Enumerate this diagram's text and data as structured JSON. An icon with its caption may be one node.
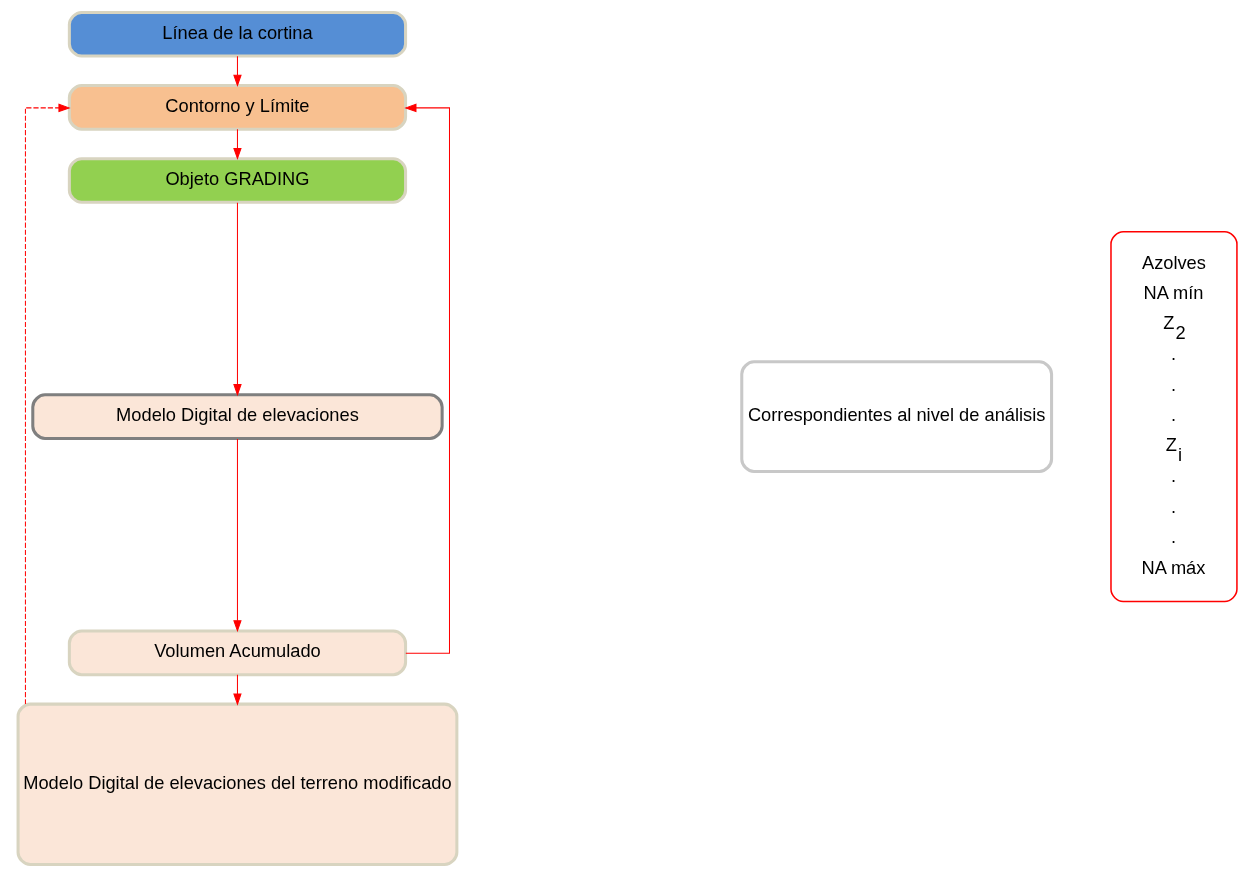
{
  "diagram": {
    "nodes": [
      {
        "text": [
          "Línea de la cortina"
        ]
      },
      {
        "text": [
          "Contorno y Límite"
        ]
      },
      {
        "text": [
          "Objeto GRADING"
        ]
      },
      {
        "text": [
          "Modelo Digital de elevaciones"
        ]
      },
      {
        "text": [
          "Volumen Acumulado"
        ]
      },
      {
        "text": [
          "Modelo Digital de elevaciones del terreno modificado"
        ]
      },
      {
        "text": [
          "Correspondientes al nivel de análisis"
        ]
      }
    ],
    "edges": [
      {
        "from": 0,
        "to": 1,
        "arrow": "to"
      },
      {
        "from": 1,
        "to": 2,
        "arrow": "to"
      },
      {
        "from": 2,
        "to": 3,
        "arrow": "to"
      },
      {
        "from": 3,
        "to": 4,
        "arrow": "to"
      },
      {
        "from": 4,
        "to": 5,
        "arrow": "to"
      },
      {
        "from": 4,
        "to": 1,
        "arrow": "to"
      },
      {
        "from": 5,
        "to": 1,
        "arrow": "to",
        "style": "dashed"
      }
    ],
    "labels": [
      "Azolves",
      "NA mín",
      "Z$_{2}$",
      ".",
      ".",
      ".",
      "Z$_{i}$",
      ".",
      ".",
      ".",
      "NA máx"
    ]
  }
}
